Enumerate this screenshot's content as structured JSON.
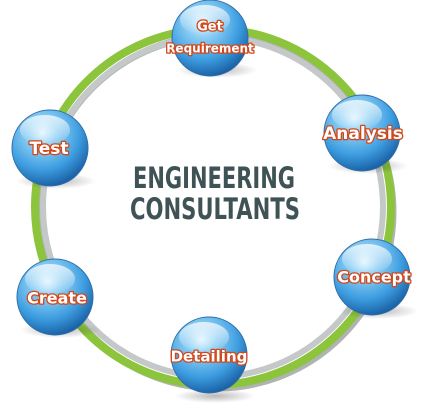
{
  "title": {
    "line1": "ENGINEERING",
    "line2": "CONSULTANTS"
  },
  "cycle": [
    {
      "id": "get-requirement",
      "lines": [
        "Get",
        "Requirement"
      ]
    },
    {
      "id": "analysis",
      "lines": [
        "Analysis"
      ]
    },
    {
      "id": "concept",
      "lines": [
        "Concept"
      ]
    },
    {
      "id": "detailing",
      "lines": [
        "Detailing"
      ]
    },
    {
      "id": "create",
      "lines": [
        "Create"
      ]
    },
    {
      "id": "test",
      "lines": [
        "Test"
      ]
    }
  ],
  "colors": {
    "ring_outer": "#8cc43c",
    "ring_inner": "#c4c8c8",
    "ring_shadow": "#6f7475",
    "node_light": "#9fd6f6",
    "node_mid": "#3d9de0",
    "node_dark": "#14579c",
    "label_fill": "#ffffff",
    "label_outline": "#d2471a",
    "title_color": "#3f5256"
  }
}
